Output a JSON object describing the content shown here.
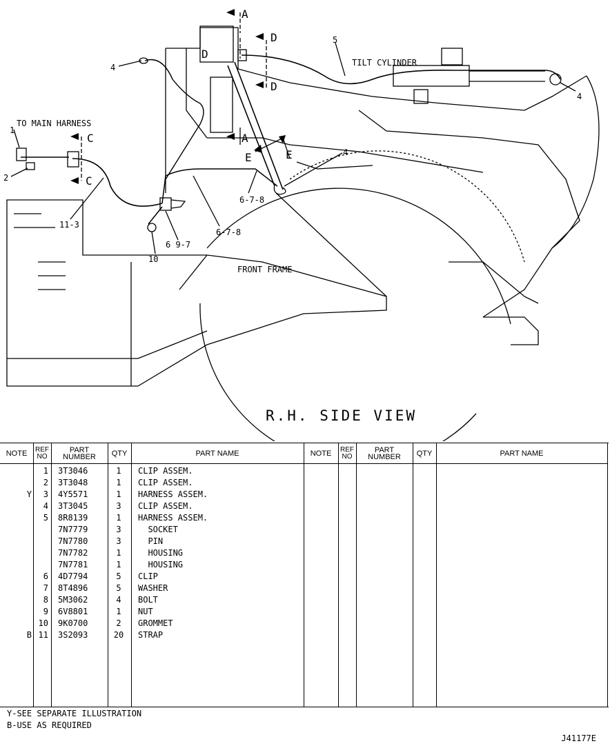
{
  "diagram": {
    "title": "R.H. SIDE VIEW",
    "labels": {
      "to_main_harness": "TO MAIN HARNESS",
      "tilt_cylinder": "TILT CYLINDER",
      "front_frame": "FRONT FRAME",
      "sec_a_top": "A",
      "sec_a_mid": "A",
      "sec_d_top": "D",
      "sec_d_bot": "D",
      "sec_c_top": "C",
      "sec_c_bot": "C",
      "sec_e_left": "E",
      "sec_e_right": "E",
      "clip_d": "D",
      "ref_1": "1",
      "ref_2": "2",
      "ref_4_left": "4",
      "ref_4_right": "4",
      "ref_4_mid": "4",
      "ref_5": "5",
      "ref_678_a": "6-7-8",
      "ref_678_b": "6-7-8",
      "ref_697": "6 9-7",
      "ref_10": "10",
      "ref_113": "11-3"
    }
  },
  "table": {
    "headers": {
      "note": "NOTE",
      "ref_no": [
        "REF",
        "NO"
      ],
      "part_number": [
        "PART",
        "NUMBER"
      ],
      "qty": "QTY",
      "part_name": "PART NAME"
    },
    "rows": [
      {
        "note": "",
        "ref": "1",
        "part": "3T3046",
        "qty": "1",
        "name": "CLIP ASSEM."
      },
      {
        "note": "",
        "ref": "2",
        "part": "3T3048",
        "qty": "1",
        "name": "CLIP ASSEM."
      },
      {
        "note": "Y",
        "ref": "3",
        "part": "4Y5571",
        "qty": "1",
        "name": "HARNESS ASSEM."
      },
      {
        "note": "",
        "ref": "4",
        "part": "3T3045",
        "qty": "3",
        "name": "CLIP ASSEM."
      },
      {
        "note": "",
        "ref": "5",
        "part": "8R8139",
        "qty": "1",
        "name": "HARNESS ASSEM."
      },
      {
        "note": "",
        "ref": "",
        "part": "7N7779",
        "qty": "3",
        "name": "  SOCKET"
      },
      {
        "note": "",
        "ref": "",
        "part": "7N7780",
        "qty": "3",
        "name": "  PIN"
      },
      {
        "note": "",
        "ref": "",
        "part": "7N7782",
        "qty": "1",
        "name": "  HOUSING"
      },
      {
        "note": "",
        "ref": "",
        "part": "7N7781",
        "qty": "1",
        "name": "  HOUSING"
      },
      {
        "note": "",
        "ref": "6",
        "part": "4D7794",
        "qty": "5",
        "name": "CLIP"
      },
      {
        "note": "",
        "ref": "7",
        "part": "8T4896",
        "qty": "5",
        "name": "WASHER"
      },
      {
        "note": "",
        "ref": "8",
        "part": "5M3062",
        "qty": "4",
        "name": "BOLT"
      },
      {
        "note": "",
        "ref": "9",
        "part": "6V8801",
        "qty": "1",
        "name": "NUT"
      },
      {
        "note": "",
        "ref": "10",
        "part": "9K0700",
        "qty": "2",
        "name": "GROMMET"
      },
      {
        "note": "B",
        "ref": "11",
        "part": "3S2093",
        "qty": "20",
        "name": "STRAP"
      }
    ]
  },
  "footnotes": [
    "Y-SEE SEPARATE ILLUSTRATION",
    "B-USE AS REQUIRED"
  ],
  "document_id": "J41177E"
}
